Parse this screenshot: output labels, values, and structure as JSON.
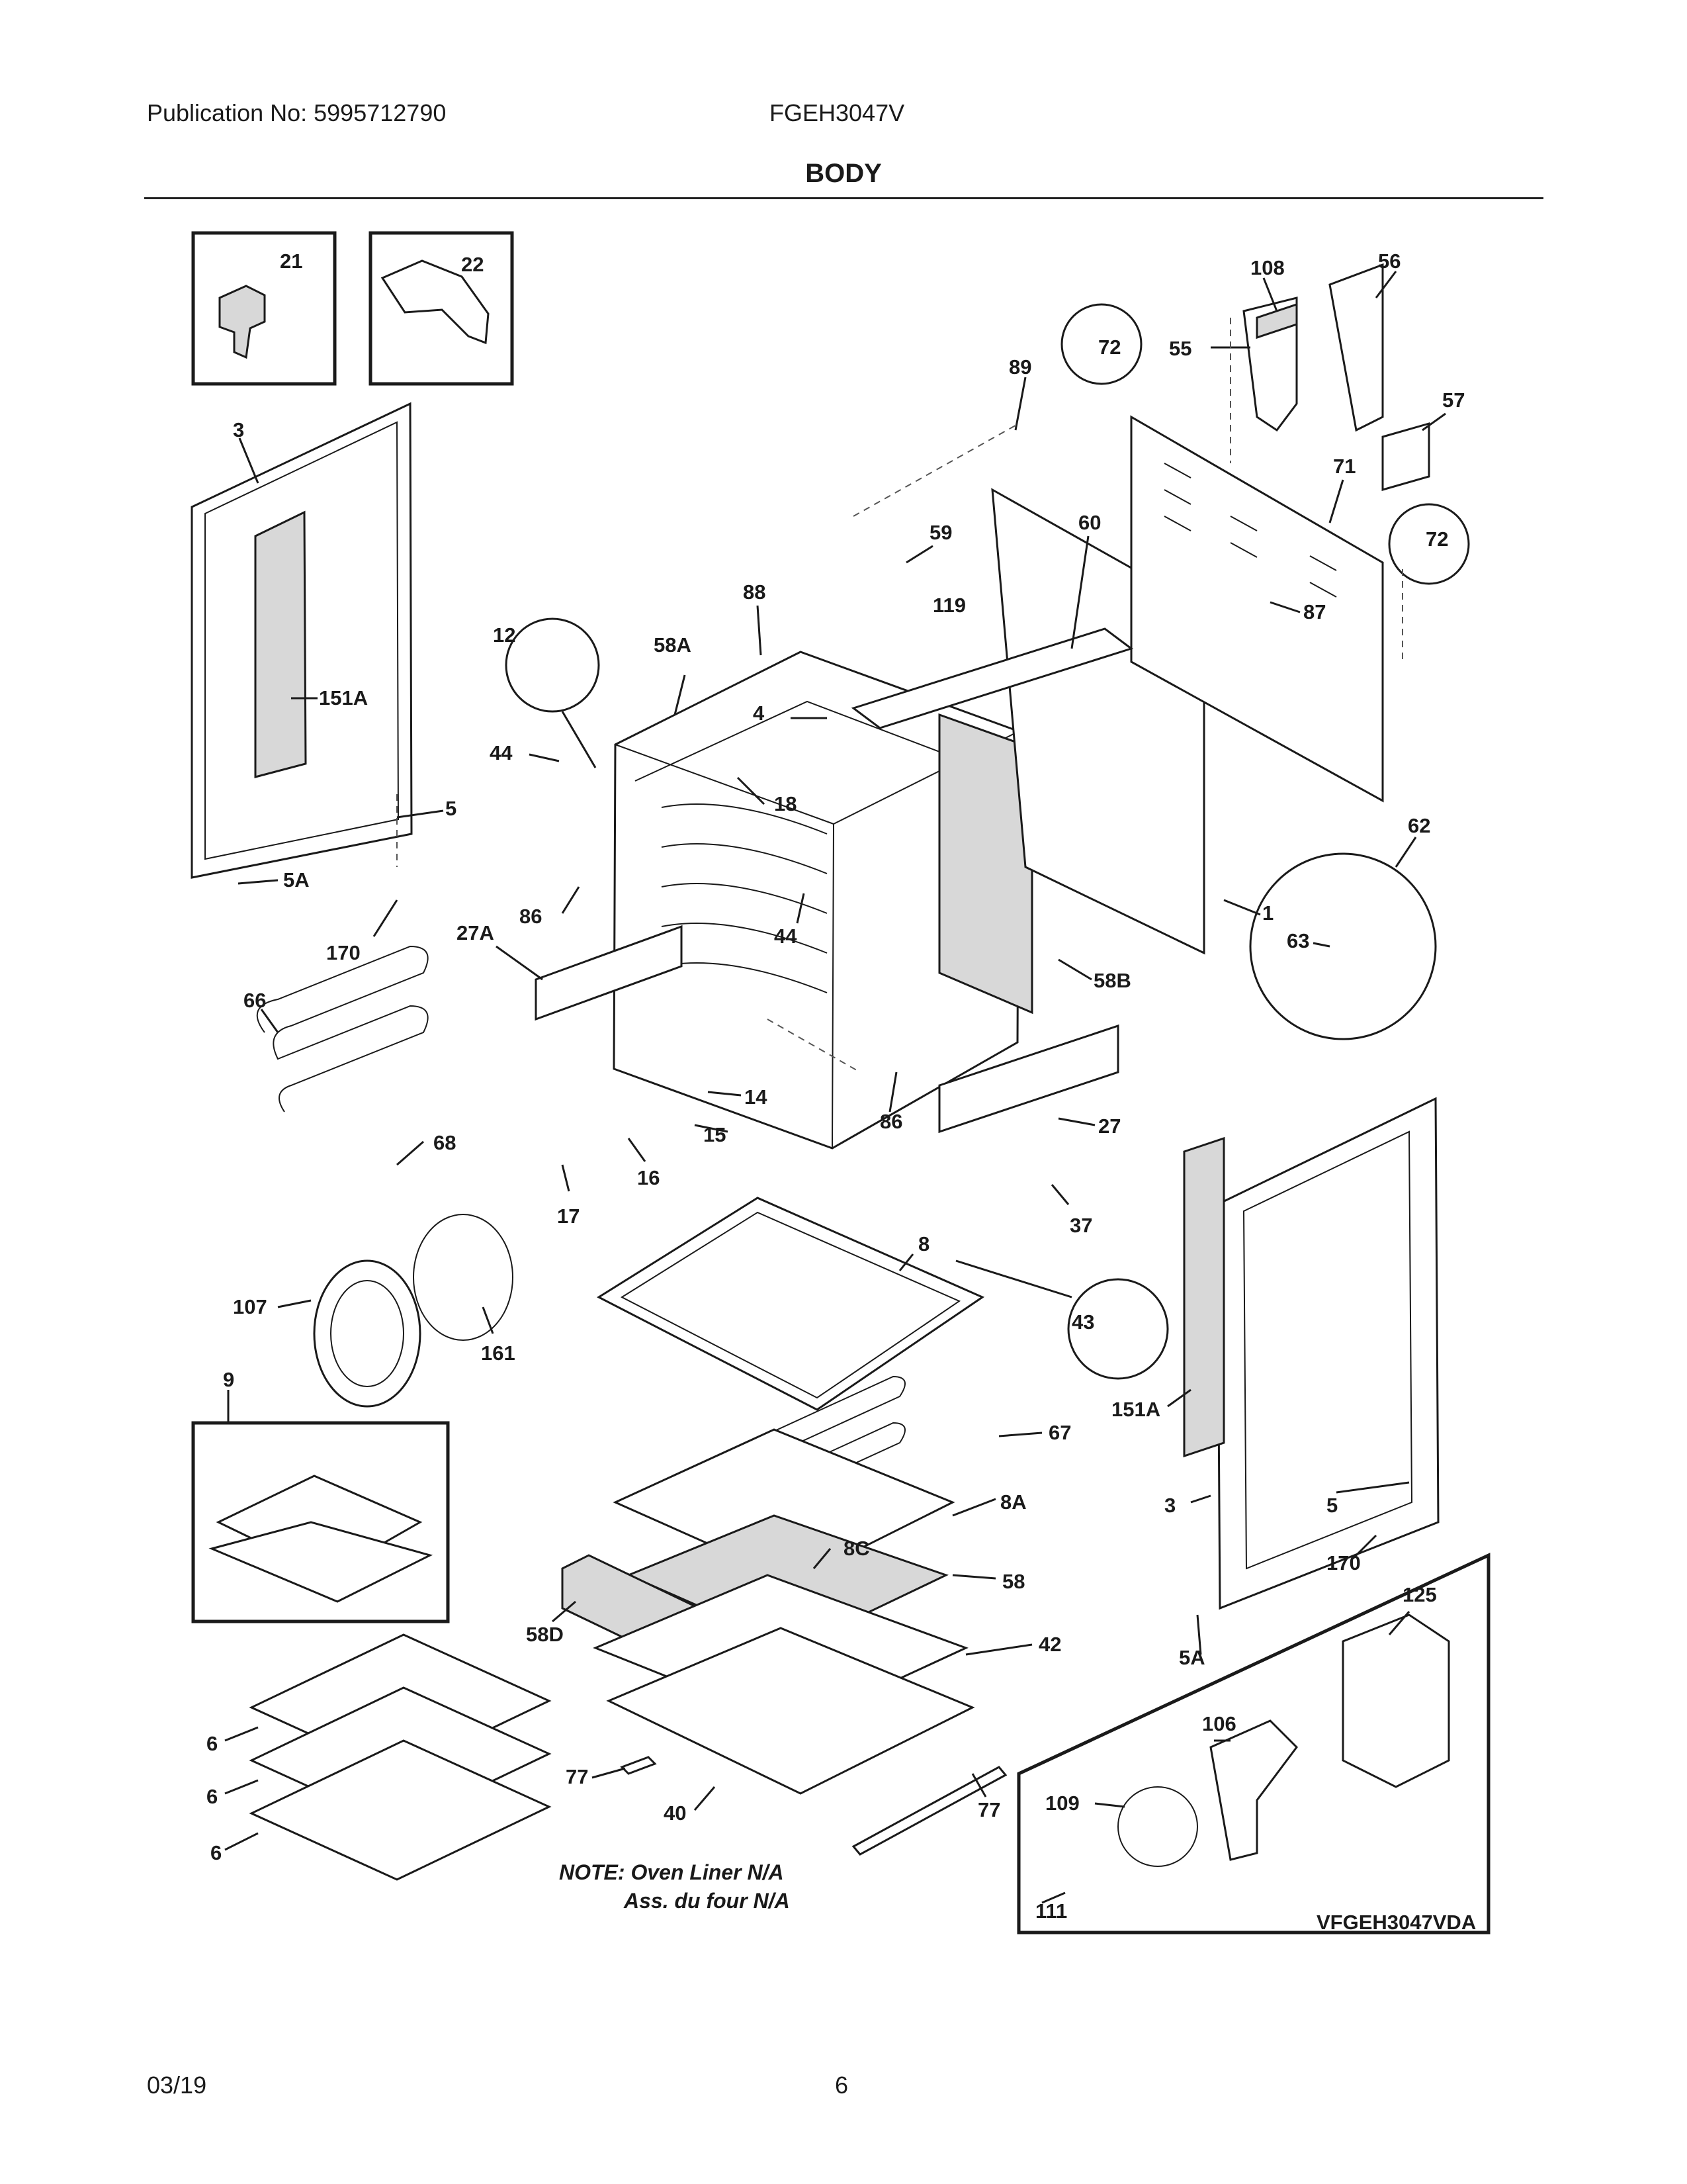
{
  "header": {
    "publication": "Publication No: 5995712790",
    "model": "FGEH3047V",
    "section_title": "BODY"
  },
  "footer": {
    "date": "03/19",
    "page": "6"
  },
  "diagram": {
    "code": "VFGEH3047VDA",
    "note_line1": "NOTE: Oven Liner N/A",
    "note_line2": "Ass. du four N/A",
    "callouts": {
      "c21": "21",
      "c22": "22",
      "c3a": "3",
      "c151a_left": "151A",
      "c108": "108",
      "c56": "56",
      "c72a": "72",
      "c55": "55",
      "c89": "89",
      "c57": "57",
      "c71": "71",
      "c72b": "72",
      "c59": "59",
      "c60": "60",
      "c88": "88",
      "c119": "119",
      "c87": "87",
      "c12": "12",
      "c58a": "58A",
      "c4": "4",
      "c44a": "44",
      "c18": "18",
      "c5a": "5",
      "c5aa": "5A",
      "c86a": "86",
      "c170a": "170",
      "c27a": "27A",
      "c44b": "44",
      "c62": "62",
      "c1": "1",
      "c63": "63",
      "c58b": "58B",
      "c66": "66",
      "c14": "14",
      "c15": "15",
      "c86b": "86",
      "c27": "27",
      "c68": "68",
      "c17": "17",
      "c16": "16",
      "c37": "37",
      "c8": "8",
      "c107": "107",
      "c161": "161",
      "c43": "43",
      "c151a_right": "151A",
      "c9": "9",
      "c67": "67",
      "c8a": "8A",
      "c3b": "3",
      "c5b": "5",
      "c8c": "8C",
      "c58": "58",
      "c170b": "170",
      "c58d": "58D",
      "c42": "42",
      "c125": "125",
      "c5ab": "5A",
      "c6a": "6",
      "c106": "106",
      "c77a": "77",
      "c6b": "6",
      "c109": "109",
      "c40": "40",
      "c77b": "77",
      "c6c": "6",
      "c111": "111"
    }
  }
}
